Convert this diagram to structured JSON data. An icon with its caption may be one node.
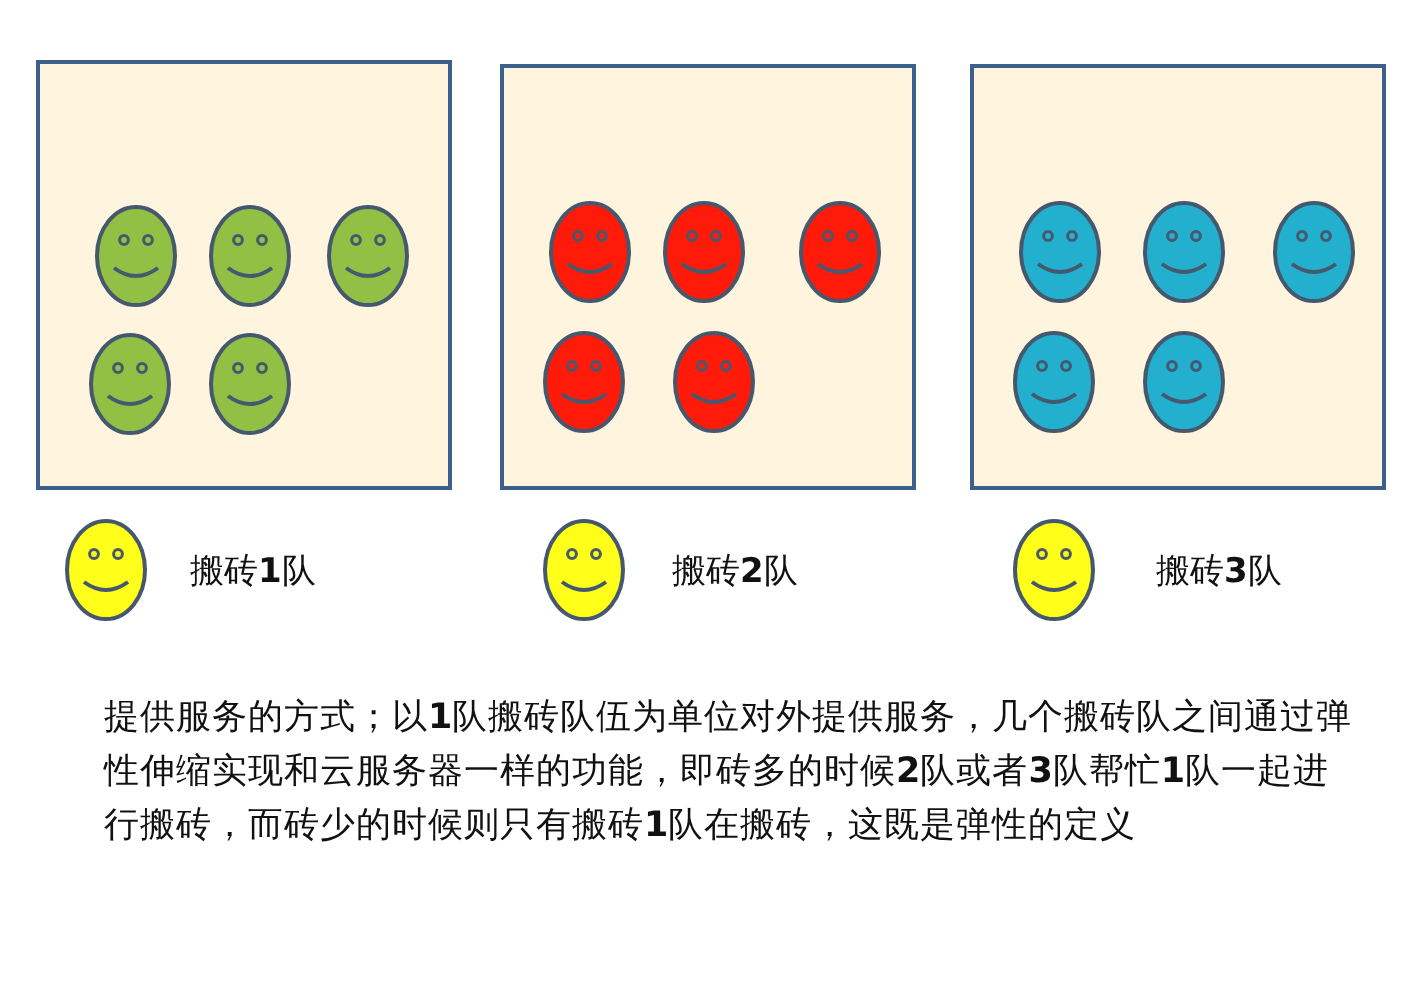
{
  "diagram": {
    "nodes": [
      {
        "text": [],
        "shape": "box"
      },
      {
        "text": [],
        "shape": "box"
      },
      {
        "text": [],
        "shape": "box"
      }
    ],
    "labels": [
      "搬砖**1**队",
      "搬砖**2**队",
      "搬砖**3**队",
      "提供服务的方式；以**1**队搬砖队伍为单位对外提供服务，几个搬砖队之间通过弹性伸缩实现和云服务器一样的功能，即砖多的时候**2**队或者**3**队帮忙**1**队一起进行搬砖，而砖少的时候则只有搬砖**1**队在搬砖，这既是弹性的定义"
    ]
  }
}
